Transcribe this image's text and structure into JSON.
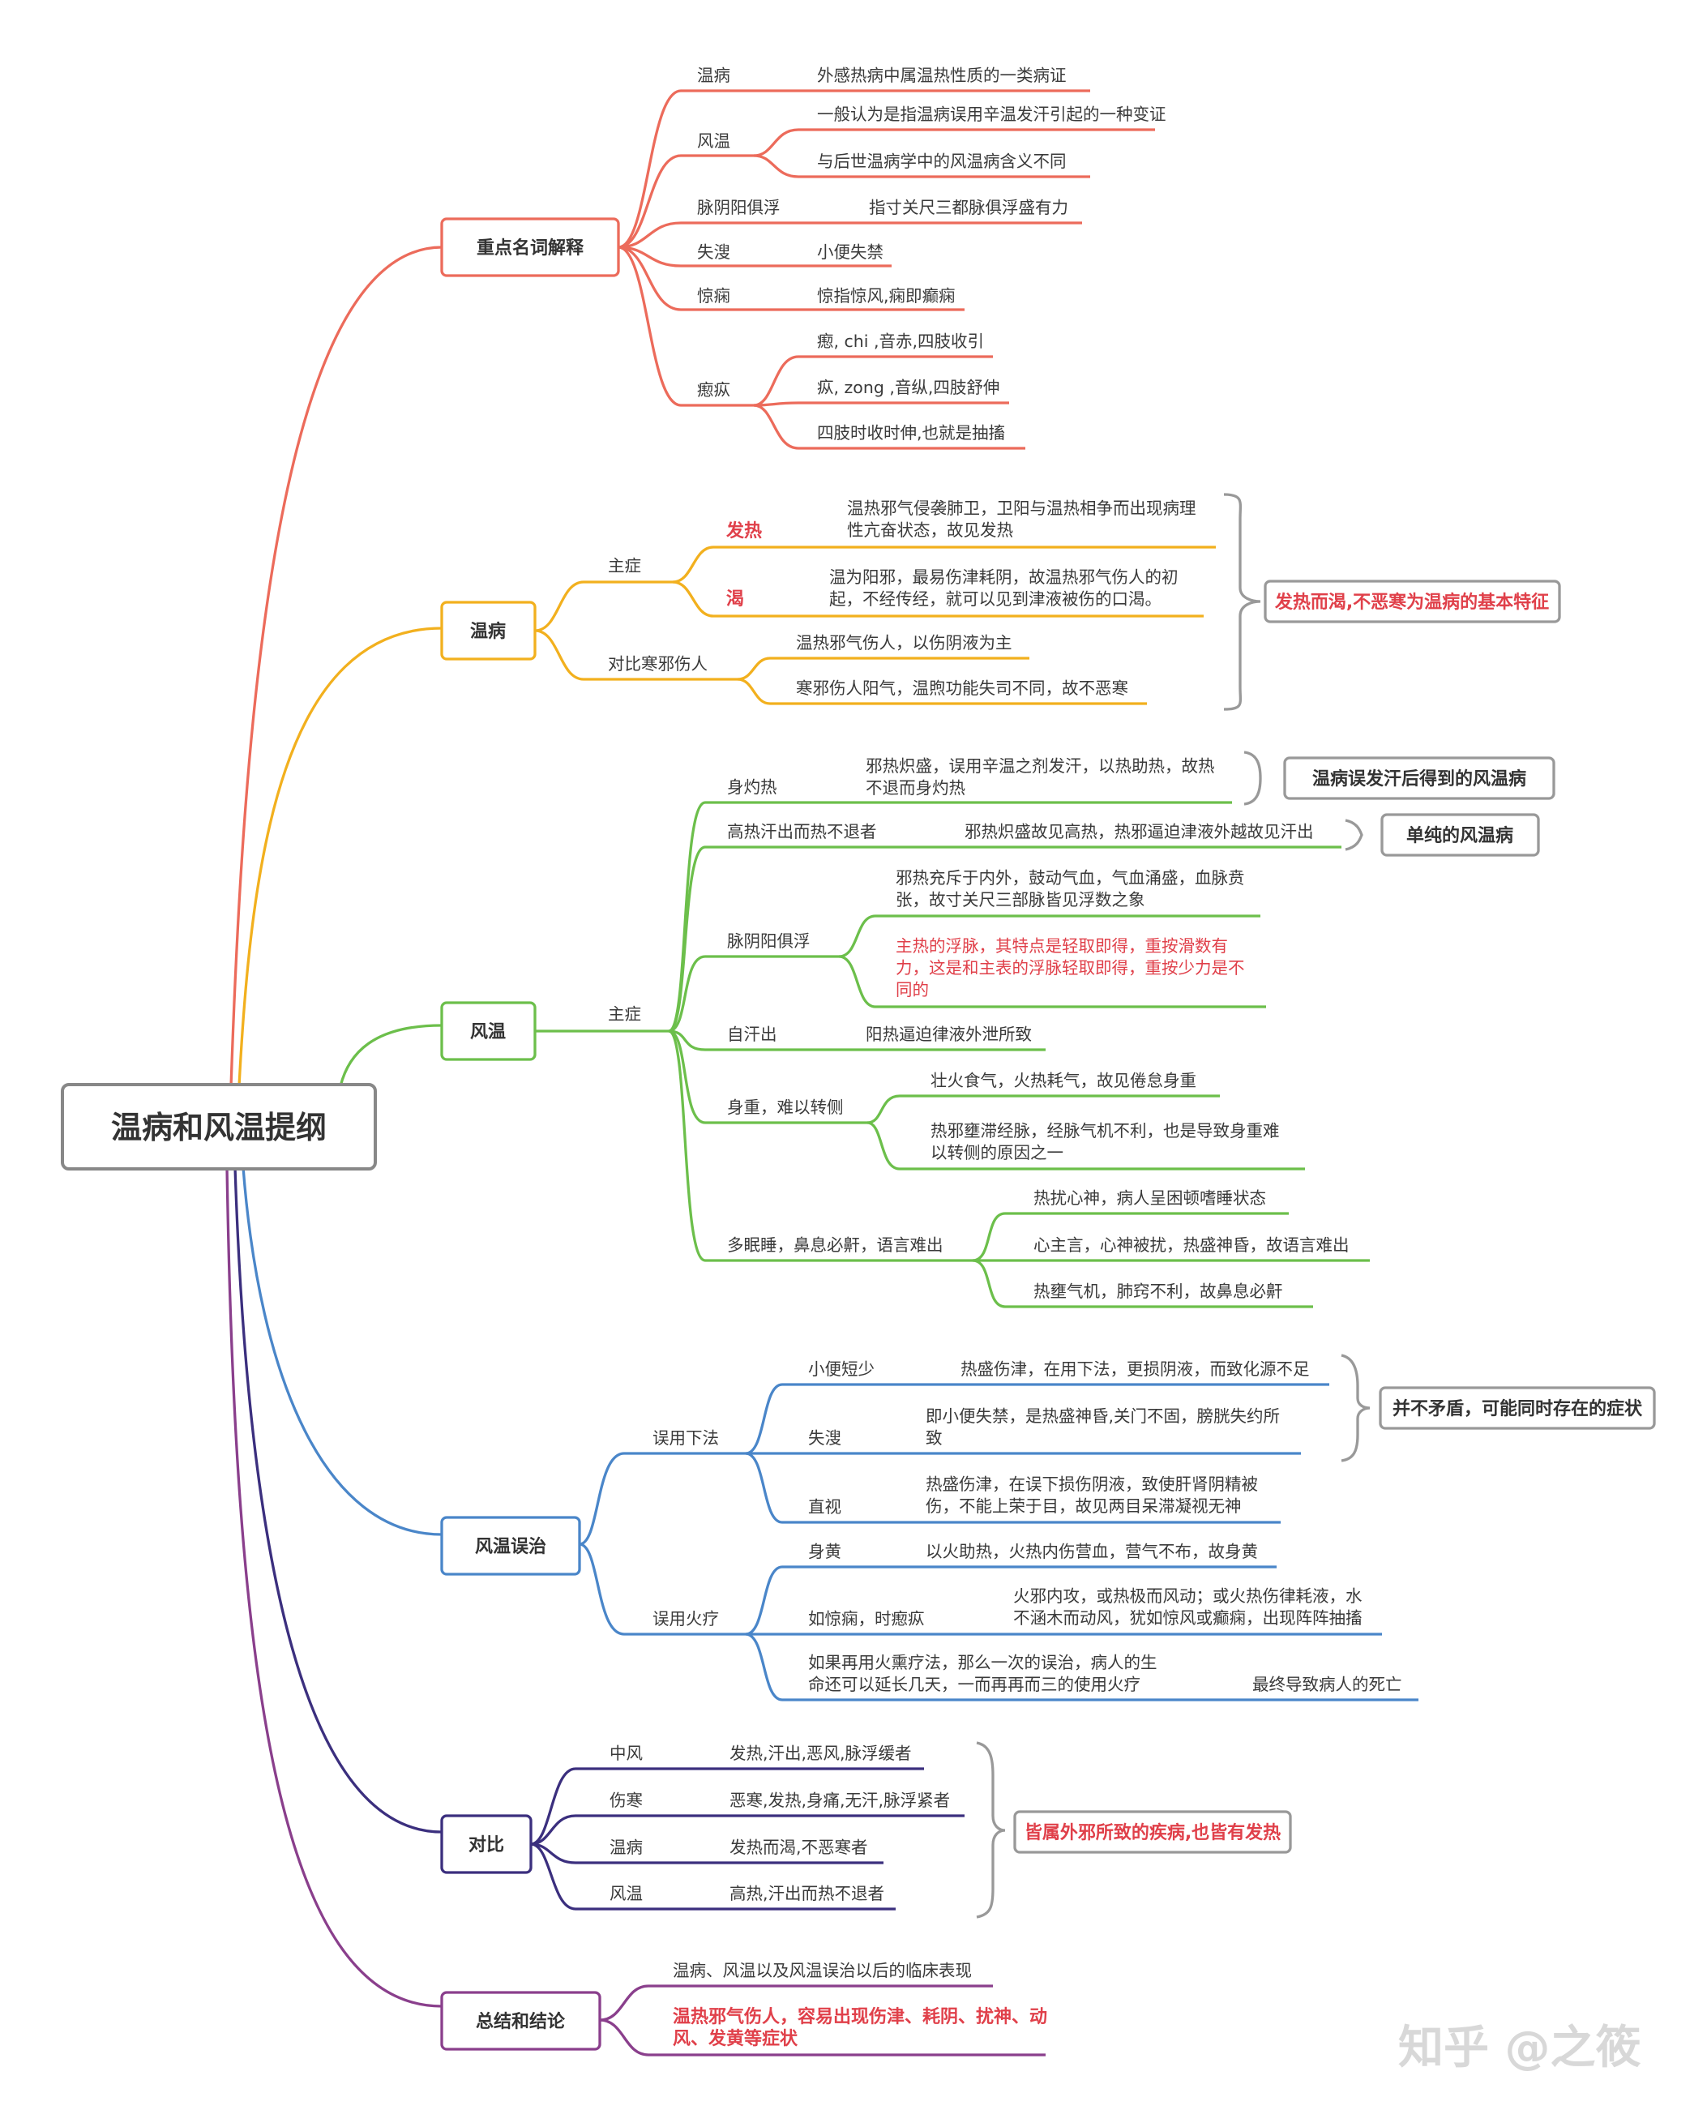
{
  "root": "温病和风温提纲",
  "watermark": "知乎 @之筱",
  "colors": {
    "s1": "#ec6b5b",
    "s2": "#f2b01e",
    "s3": "#6cbf4b",
    "s4": "#4a86c9",
    "s5": "#3b2f7e",
    "s6": "#8a3f8c",
    "accent": "#e0404a",
    "box": "#888888"
  },
  "sections": {
    "s1": {
      "title": "重点名词解释",
      "items": {
        "a": {
          "term": "温病",
          "def": "外感热病中属温热性质的一类病证"
        },
        "b": {
          "term": "风温",
          "d1": "一般认为是指温病误用辛温发汗引起的一种变证",
          "d2": "与后世温病学中的风温病含义不同"
        },
        "c": {
          "term": "脉阴阳俱浮",
          "def": "指寸关尺三都脉俱浮盛有力"
        },
        "d": {
          "term": "失溲",
          "def": "小便失禁"
        },
        "e": {
          "term": "惊痫",
          "def": "惊指惊风,痫即癫痫"
        },
        "f": {
          "term": "瘛疭",
          "d1": "瘛, chi ,音赤,四肢收引",
          "d2": "疭, zong ,音纵,四肢舒伸",
          "d3": "四肢时收时伸,也就是抽搐"
        }
      }
    },
    "s2": {
      "title": "温病",
      "main": "主症",
      "fr": "发热",
      "fr_l1": "温热邪气侵袭肺卫，卫阳与温热相争而出现病理",
      "fr_l2": "性亢奋状态，故见发热",
      "ke": "渴",
      "ke_l1": "温为阳邪，最易伤津耗阴，故温热邪气伤人的初",
      "ke_l2": "起，不经传经，就可以见到津液被伤的口渴。",
      "contrast": "对比寒邪伤人",
      "c1": "温热邪气伤人，以伤阴液为主",
      "c2": "寒邪伤人阳气，温煦功能失司不同，故不恶寒",
      "summary": "发热而渴,不恶寒为温病的基本特征"
    },
    "s3": {
      "title": "风温",
      "main": "主症",
      "a": "身灼热",
      "a_l1": "邪热炽盛，误用辛温之剂发汗，以热助热，故热",
      "a_l2": "不退而身灼热",
      "a_note": "温病误发汗后得到的风温病",
      "b": "高热汗出而热不退者",
      "b_d": "邪热炽盛故见高热，热邪逼迫津液外越故见汗出",
      "b_note": "单纯的风温病",
      "c": "脉阴阳俱浮",
      "c_l1": "邪热充斥于内外，鼓动气血，气血涌盛，血脉贲",
      "c_l2": "张，故寸关尺三部脉皆见浮数之象",
      "c_r1": "主热的浮脉，其特点是轻取即得，重按滑数有",
      "c_r2": "力，这是和主表的浮脉轻取即得，重按少力是不",
      "c_r3": "同的",
      "d": "自汗出",
      "d_d": "阳热逼迫律液外泄所致",
      "e": "身重，难以转侧",
      "e_d1": "壮火食气，火热耗气，故见倦怠身重",
      "e_l1": "热邪壅滞经脉，经脉气机不利，也是导致身重难",
      "e_l2": "以转侧的原因之一",
      "f": "多眠睡，鼻息必鼾，语言难出",
      "f_d1": "热扰心神，病人呈困顿嗜睡状态",
      "f_d2": "心主言，心神被扰，热盛神昏，故语言难出",
      "f_d3": "热壅气机，肺窍不利，故鼻息必鼾"
    },
    "s4": {
      "title": "风温误治",
      "x1": "误用下法",
      "a": "小便短少",
      "a_d": "热盛伤津，在用下法，更损阴液，而致化源不足",
      "b": "失溲",
      "b_l1": "即小便失禁，是热盛神昏,关门不固，膀胱失约所",
      "b_l2": "致",
      "c": "直视",
      "c_l1": "热盛伤津，在误下损伤阴液，致使肝肾阴精被",
      "c_l2": "伤，不能上荣于目，故见两目呆滞凝视无神",
      "note": "并不矛盾，可能同时存在的症状",
      "x2": "误用火疗",
      "d": "身黄",
      "d_d": "以火助热，火热内伤营血，营气不布，故身黄",
      "e": "如惊痫，时瘛疭",
      "e_l1": "火邪内攻，或热极而风动；或火热伤律耗液，水",
      "e_l2": "不涵木而动风，犹如惊风或癫痫，出现阵阵抽搐",
      "f_l1": "如果再用火熏疗法，那么一次的误治，病人的生",
      "f_l2": "命还可以延长几天，一而再再而三的使用火疗",
      "f_end": "最终导致病人的死亡"
    },
    "s5": {
      "title": "对比",
      "a": "中风",
      "a_d": "发热,汗出,恶风,脉浮缓者",
      "b": "伤寒",
      "b_d": "恶寒,发热,身痛,无汗,脉浮紧者",
      "c": "温病",
      "c_d": "发热而渴,不恶寒者",
      "d": "风温",
      "d_d": "高热,汗出而热不退者",
      "summary": "皆属外邪所致的疾病,也皆有发热"
    },
    "s6": {
      "title": "总结和结论",
      "a": "温病、风温以及风温误治以后的临床表现",
      "b_l1": "温热邪气伤人，容易出现伤津、耗阴、扰神、动",
      "b_l2": "风、发黄等症状"
    }
  }
}
